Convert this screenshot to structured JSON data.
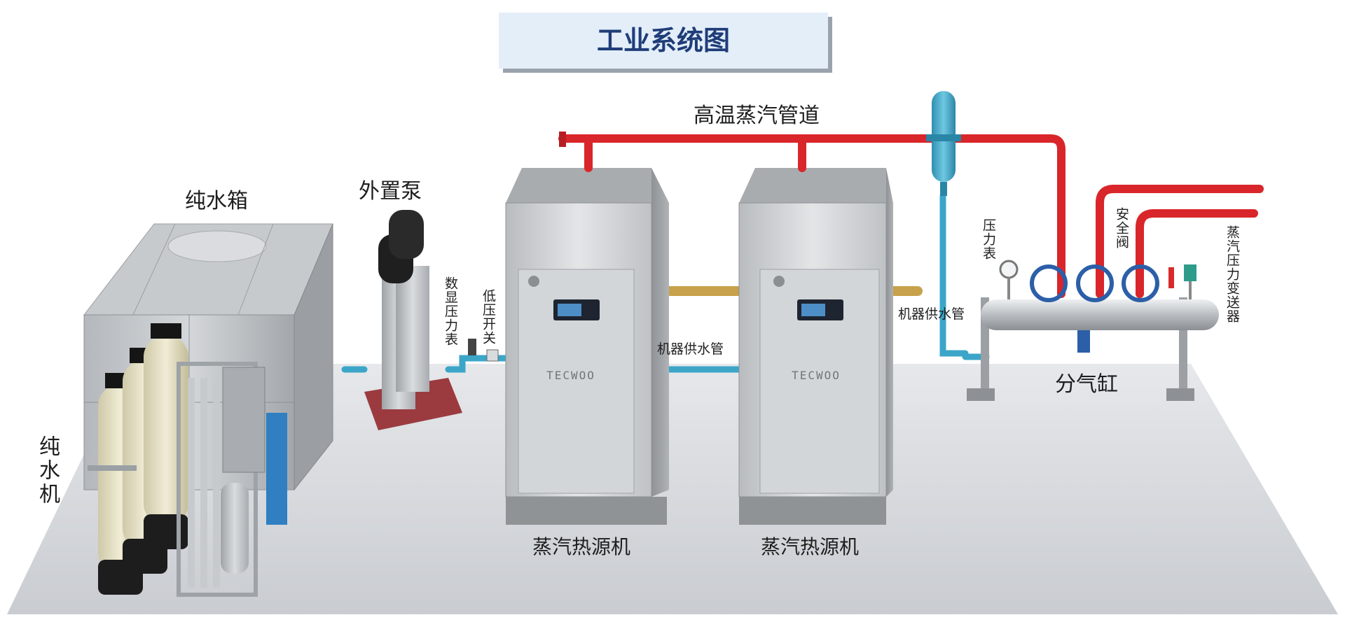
{
  "title": "工业系统图",
  "brand": "TECWOO",
  "colors": {
    "steam_pipe": "#d9262a",
    "water_pipe": "#3ba6c8",
    "feed_pipe": "#c8a24a",
    "title_bg": "#e3eef9",
    "title_text": "#1f3d78"
  },
  "labels": {
    "steam_pipeline": "高温蒸汽管道",
    "pure_water_tank": "纯水箱",
    "external_pump": "外置泵",
    "digital_pressure_gauge": "数显压力表",
    "low_pressure_switch": "低压开关",
    "machine_water_pipe_1": "机器供水管",
    "machine_water_pipe_2": "机器供水管",
    "pressure_gauge": "压力表",
    "safety_valve": "安全阀",
    "steam_pressure_transmitter": "蒸汽压力变送器",
    "distribution_header": "分气缸",
    "pure_water_machine": "纯水机",
    "steam_generator_1": "蒸汽热源机",
    "steam_generator_2": "蒸汽热源机"
  }
}
